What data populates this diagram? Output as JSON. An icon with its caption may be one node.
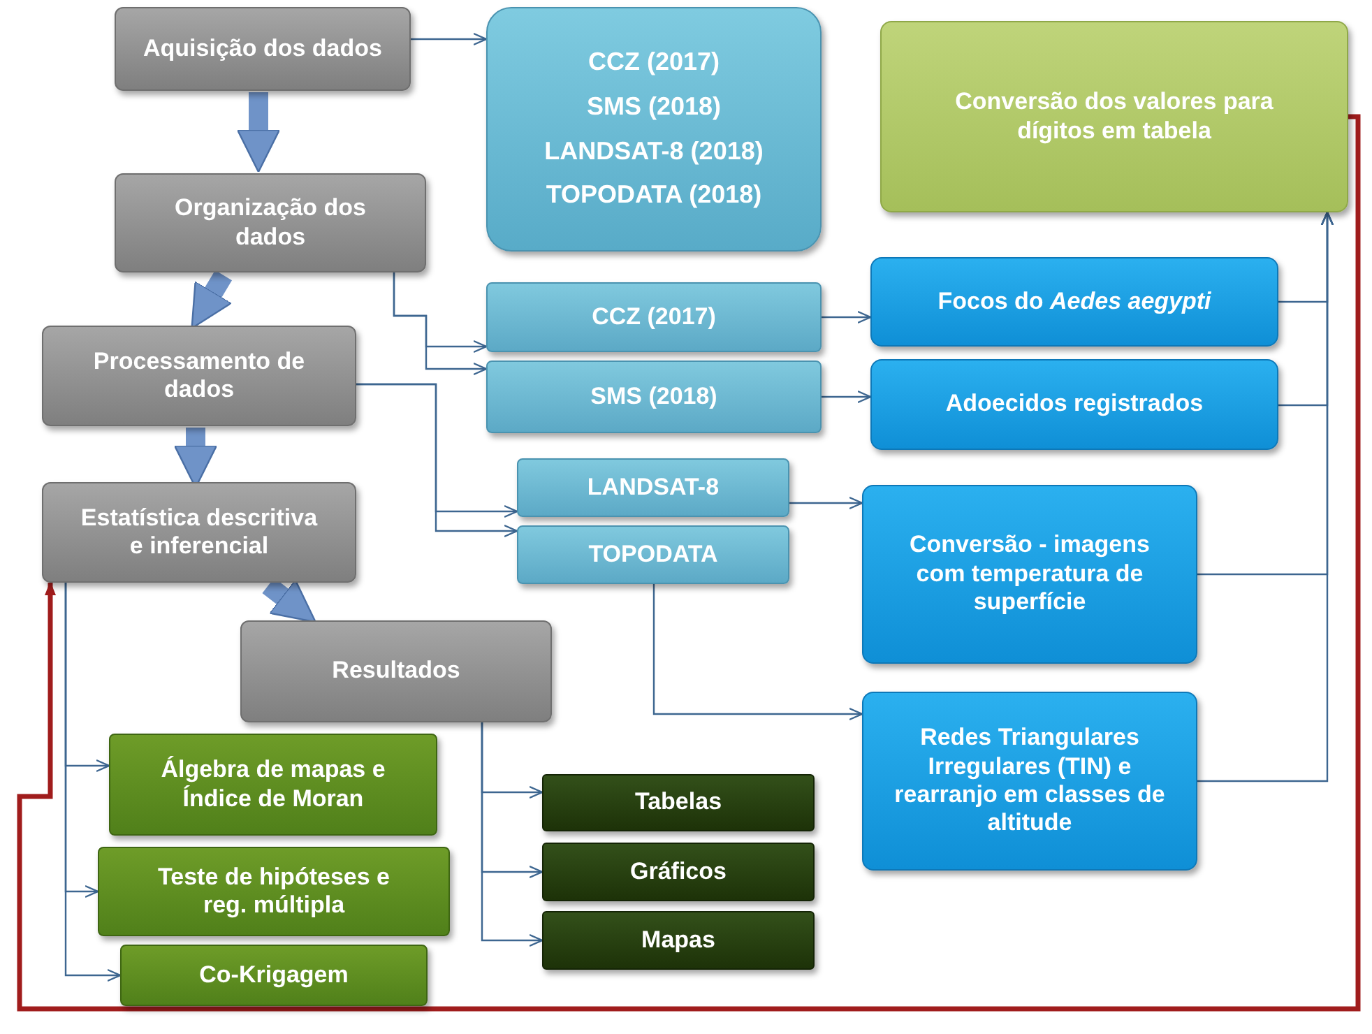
{
  "diagram": {
    "nodes": [
      {
        "text": [
          "Aquisição dos dados"
        ]
      },
      {
        "text": [
          "CCZ (2017)",
          "SMS (2018)",
          "LANDSAT-8 (2018)",
          "TOPODATA (2018)"
        ]
      },
      {
        "text": [
          "Conversão dos valores para dígitos em tabela"
        ]
      },
      {
        "text": [
          "Organização dos dados"
        ]
      },
      {
        "text": [
          "CCZ (2017)"
        ]
      },
      {
        "text": [
          "Focos do *Aedes aegypti*"
        ]
      },
      {
        "text": [
          "Processamento de dados"
        ]
      },
      {
        "text": [
          "SMS (2018)"
        ]
      },
      {
        "text": [
          "Adoecidos registrados"
        ]
      },
      {
        "text": [
          "LANDSAT-8"
        ]
      },
      {
        "text": [
          "TOPODATA"
        ]
      },
      {
        "text": [
          "Conversão - imagens com temperatura de superfície"
        ]
      },
      {
        "text": [
          "Estatística descritiva e inferencial"
        ]
      },
      {
        "text": [
          "Resultados"
        ]
      },
      {
        "text": [
          "Redes Triangulares Irregulares (TIN) e rearranjo em classes de altitude"
        ]
      },
      {
        "text": [
          "Álgebra de mapas e Índice de Moran"
        ]
      },
      {
        "text": [
          "Tabelas"
        ]
      },
      {
        "text": [
          "Teste de hipóteses e reg. múltipla"
        ]
      },
      {
        "text": [
          "Gráficos"
        ]
      },
      {
        "text": [
          "Co-Krigagem"
        ]
      },
      {
        "text": [
          "Mapas"
        ]
      }
    ],
    "edges": [
      {
        "from": 0,
        "to": 3,
        "arrow": "to",
        "style": "thick",
        "color": "#6f93c8"
      },
      {
        "from": 3,
        "to": 6,
        "arrow": "to",
        "style": "thick",
        "color": "#6f93c8"
      },
      {
        "from": 6,
        "to": 12,
        "arrow": "to",
        "style": "thick",
        "color": "#6f93c8"
      },
      {
        "from": 12,
        "to": 13,
        "arrow": "to",
        "style": "thick",
        "color": "#6f93c8"
      },
      {
        "from": 0,
        "to": 1,
        "arrow": "to"
      },
      {
        "from": 3,
        "to": 4,
        "arrow": "to"
      },
      {
        "from": 3,
        "to": 7,
        "arrow": "to"
      },
      {
        "from": 6,
        "to": 9,
        "arrow": "to"
      },
      {
        "from": 6,
        "to": 10,
        "arrow": "to"
      },
      {
        "from": 4,
        "to": 5,
        "arrow": "to"
      },
      {
        "from": 7,
        "to": 8,
        "arrow": "to"
      },
      {
        "from": 9,
        "to": 11,
        "arrow": "to"
      },
      {
        "from": 10,
        "to": 14,
        "arrow": "to"
      },
      {
        "from": 5,
        "to": 2,
        "arrow": "to"
      },
      {
        "from": 8,
        "to": 2,
        "arrow": "to"
      },
      {
        "from": 11,
        "to": 2,
        "arrow": "to"
      },
      {
        "from": 14,
        "to": 2,
        "arrow": "to"
      },
      {
        "from": 12,
        "to": 15,
        "arrow": "to"
      },
      {
        "from": 12,
        "to": 17,
        "arrow": "to"
      },
      {
        "from": 12,
        "to": 19,
        "arrow": "to"
      },
      {
        "from": 13,
        "to": 16,
        "arrow": "to"
      },
      {
        "from": 13,
        "to": 18,
        "arrow": "to"
      },
      {
        "from": 13,
        "to": 20,
        "arrow": "to"
      },
      {
        "from": 2,
        "to": 12,
        "arrow": "to",
        "style": "thick",
        "color": "#a01c1c"
      }
    ]
  }
}
